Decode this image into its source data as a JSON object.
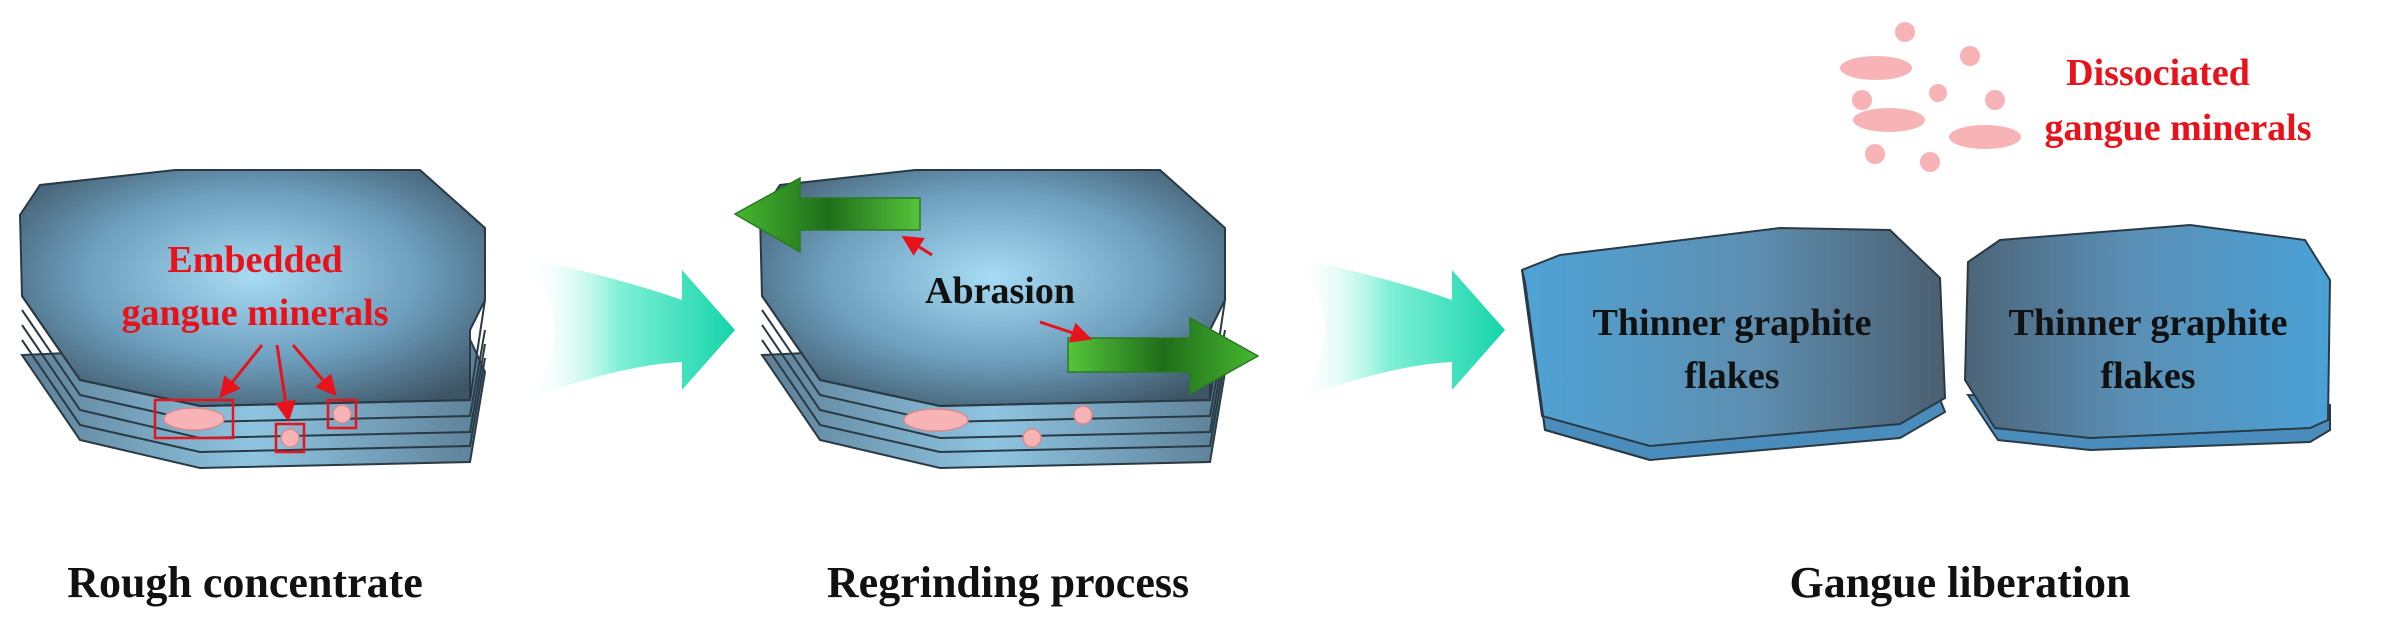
{
  "stages": [
    {
      "caption": "Rough concentrate",
      "label_lines": [
        "Embedded",
        "gangue minerals"
      ]
    },
    {
      "caption": "Regrinding process",
      "label": "Abrasion"
    },
    {
      "caption": "Gangue liberation",
      "flake_label_lines": [
        "Thinner graphite",
        "flakes"
      ],
      "dissociated_lines": [
        "Dissociated",
        "gangue minerals"
      ]
    }
  ],
  "colors": {
    "label_red": "#e8121b",
    "mineral_pink": "#f7b3b6",
    "arrow_teal": "#1ad6b0",
    "abrasion_green": "#3fae2a",
    "flake_blue": "#4fa3d6"
  }
}
